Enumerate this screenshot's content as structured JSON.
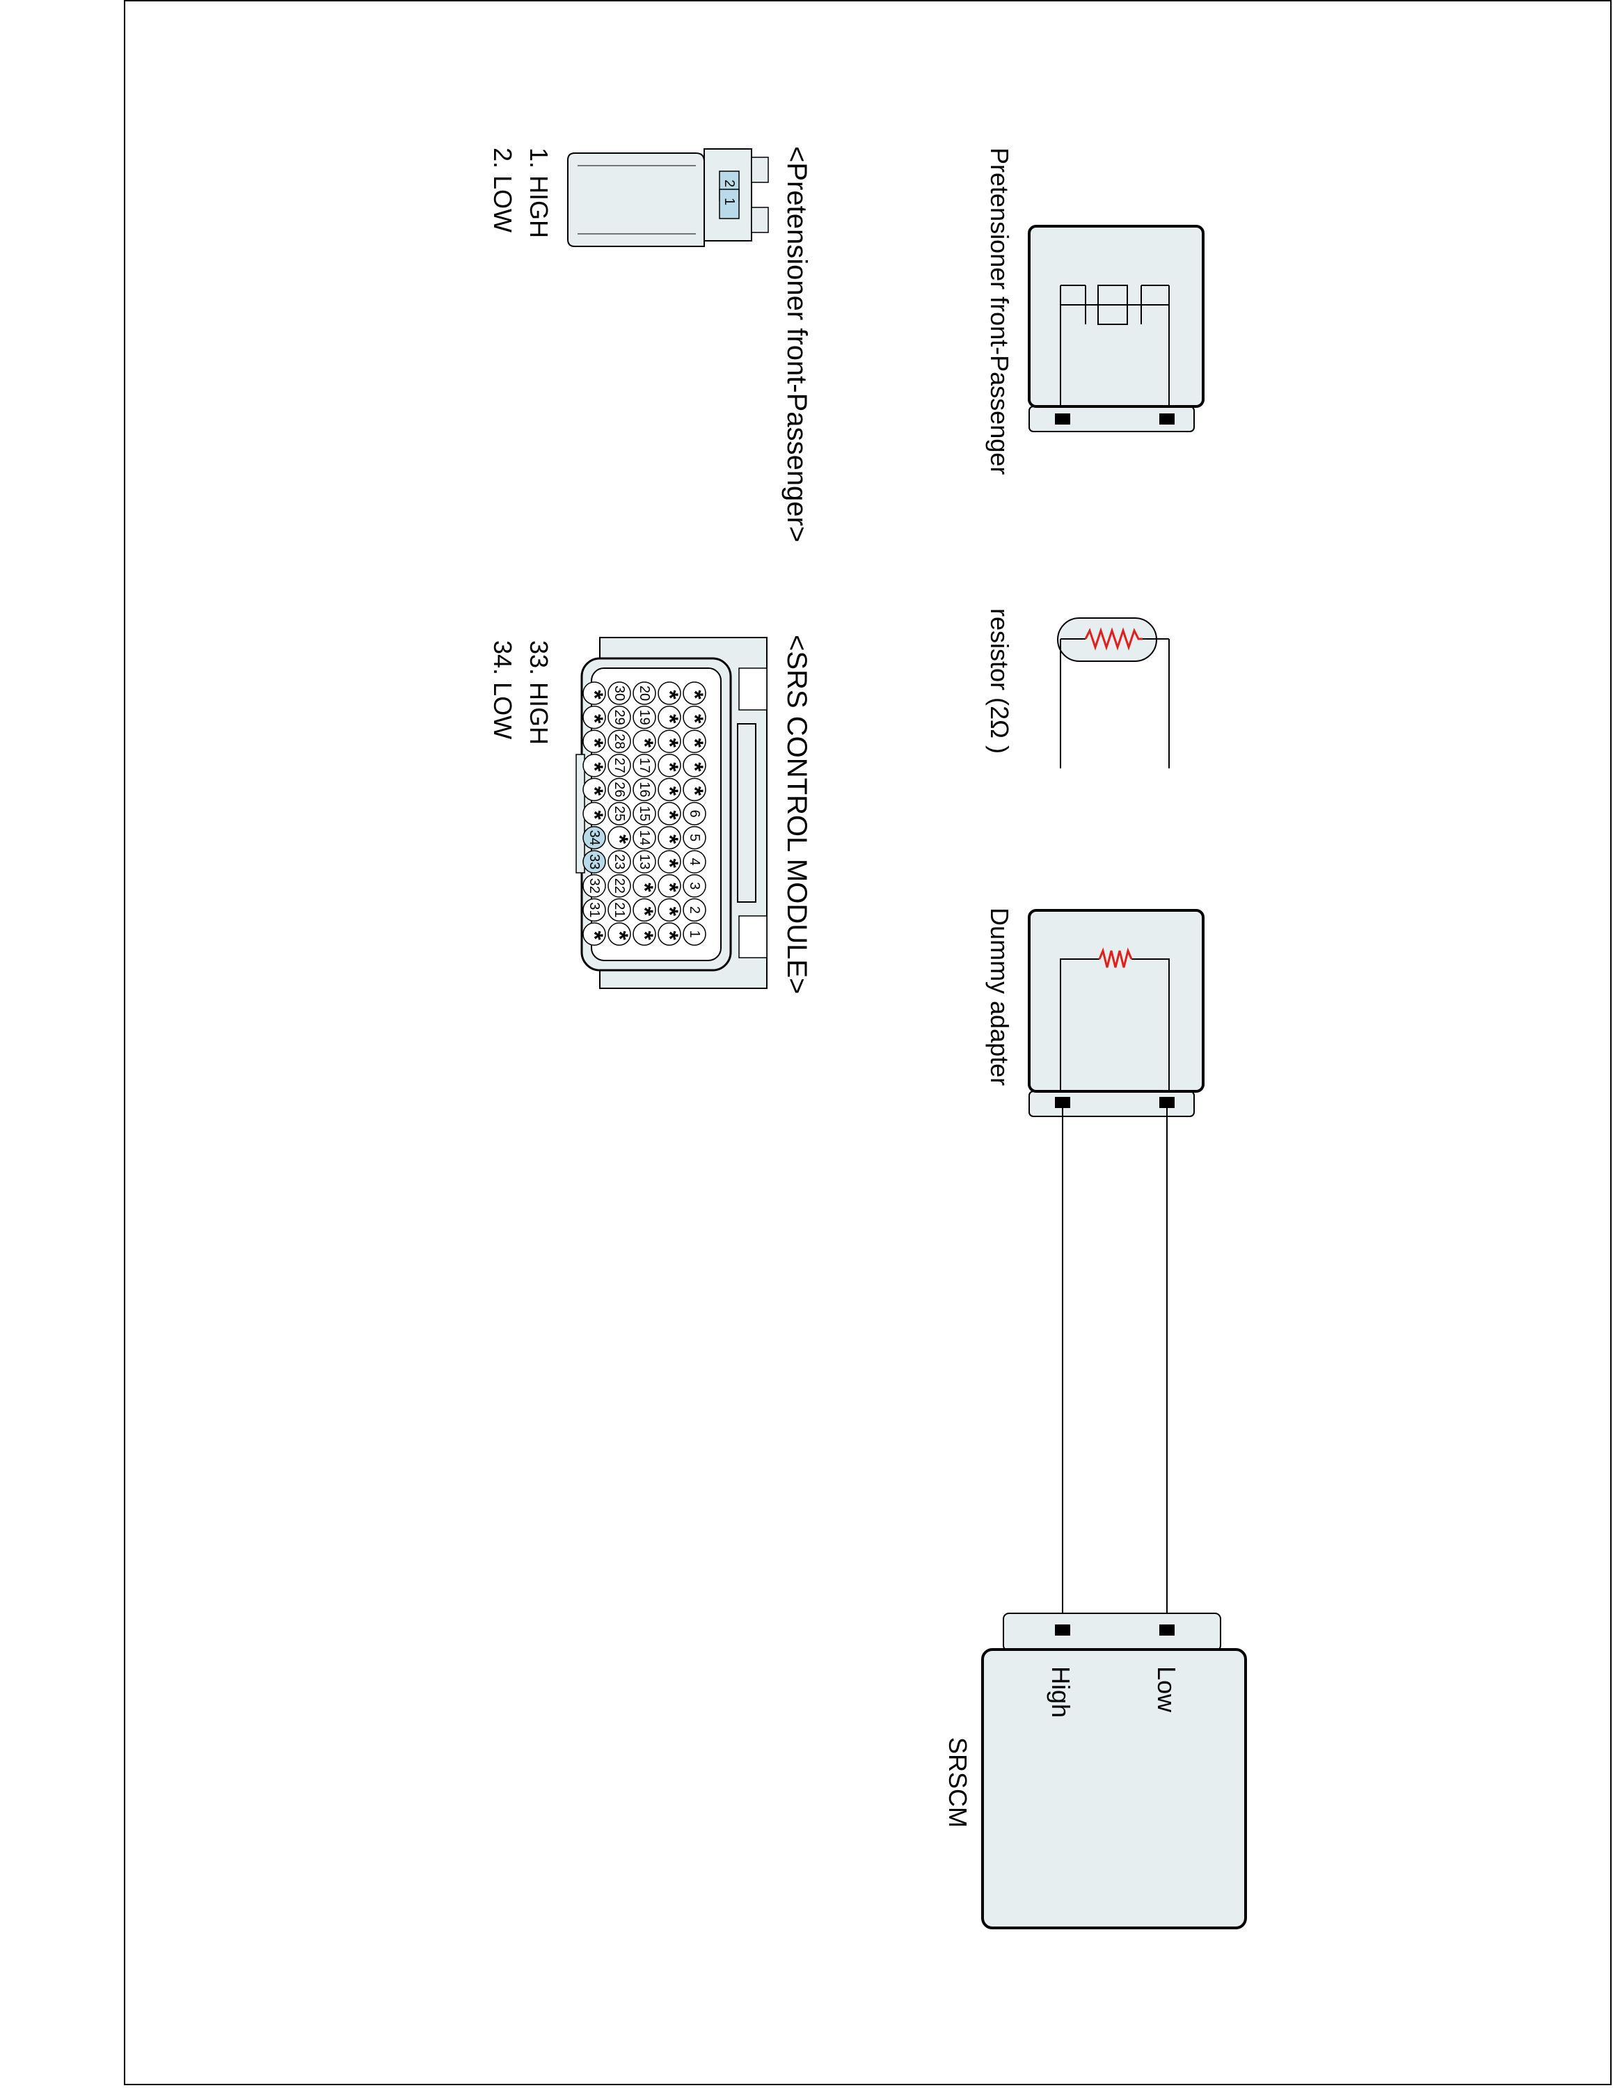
{
  "components": {
    "pretensioner": {
      "label": "Pretensioner front-Passenger"
    },
    "resistor": {
      "label": "resistor (2Ω )"
    },
    "dummy_adapter": {
      "label": "Dummy adapter"
    },
    "srscm": {
      "label": "SRSCM",
      "pin_low": "Low",
      "pin_high": "High"
    }
  },
  "connectors": {
    "pretensioner": {
      "title": "<Pretensioner front-Passenger>",
      "pins": [
        "1. HIGH",
        "2. LOW"
      ],
      "pin_numbers": [
        "2",
        "1"
      ]
    },
    "srs_module": {
      "title": "<SRS CONTROL MODULE>",
      "pins": [
        "33. HIGH",
        "34. LOW"
      ],
      "rows": [
        [
          "*",
          "*",
          "*",
          "*",
          "*",
          "6",
          "5",
          "4",
          "3",
          "2",
          "1"
        ],
        [
          "*",
          "*",
          "*",
          "*",
          "*",
          "*",
          "*",
          "*",
          "*",
          "*",
          "*"
        ],
        [
          "20",
          "19",
          "*",
          "17",
          "16",
          "15",
          "14",
          "13",
          "*",
          "*",
          "*"
        ],
        [
          "30",
          "29",
          "28",
          "27",
          "26",
          "25",
          "*",
          "23",
          "22",
          "21",
          "*"
        ],
        [
          "*",
          "*",
          "*",
          "*",
          "*",
          "*",
          "34",
          "33",
          "32",
          "31",
          "*"
        ]
      ],
      "highlighted": [
        "34",
        "33"
      ]
    }
  },
  "colors": {
    "box_fill": "#e6eef0",
    "highlight_fill": "#b9dbe9",
    "resistor_color": "#e0201b",
    "line_color": "#000000"
  }
}
